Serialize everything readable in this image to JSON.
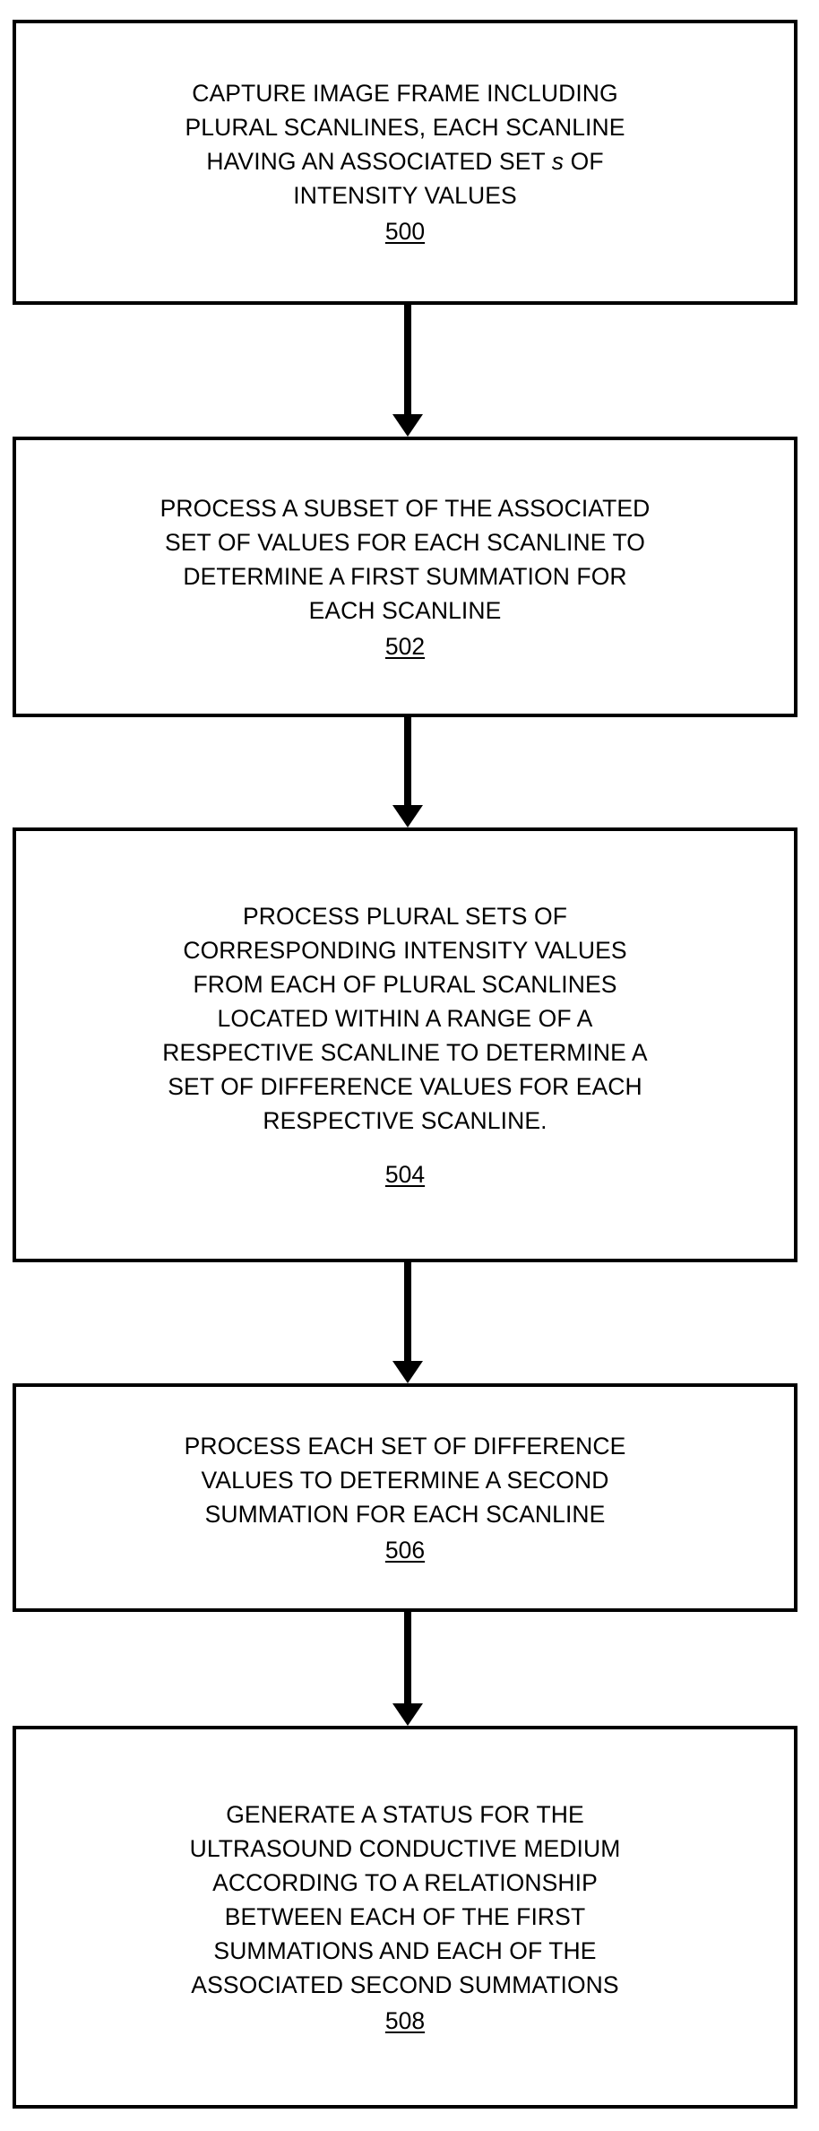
{
  "diagram": {
    "type": "flowchart",
    "orientation": "vertical",
    "stroke_color": "#000000",
    "background_color": "#ffffff",
    "steps": [
      {
        "ref": "500",
        "lines": [
          "CAPTURE IMAGE FRAME INCLUDING",
          "PLURAL SCANLINES, EACH SCANLINE",
          "HAVING AN ASSOCIATED SET s OF",
          "INTENSITY VALUES"
        ],
        "text": "CAPTURE IMAGE FRAME INCLUDING PLURAL SCANLINES, EACH SCANLINE HAVING AN ASSOCIATED SET s OF INTENSITY VALUES",
        "italic_token": "s"
      },
      {
        "ref": "502",
        "lines": [
          "PROCESS A SUBSET OF THE ASSOCIATED",
          "SET OF VALUES FOR EACH SCANLINE TO",
          "DETERMINE A FIRST SUMMATION FOR",
          "EACH SCANLINE"
        ],
        "text": "PROCESS A SUBSET OF THE ASSOCIATED SET OF VALUES FOR EACH SCANLINE TO DETERMINE A FIRST SUMMATION FOR EACH SCANLINE"
      },
      {
        "ref": "504",
        "lines": [
          "PROCESS PLURAL SETS OF",
          "CORRESPONDING INTENSITY VALUES",
          "FROM EACH OF PLURAL SCANLINES",
          "LOCATED WITHIN A RANGE OF A",
          "RESPECTIVE SCANLINE TO DETERMINE A",
          "SET OF DIFFERENCE VALUES FOR EACH",
          "RESPECTIVE SCANLINE."
        ],
        "text": "PROCESS PLURAL SETS OF CORRESPONDING INTENSITY VALUES FROM EACH OF PLURAL SCANLINES LOCATED WITHIN A RANGE OF A RESPECTIVE SCANLINE TO DETERMINE A SET OF DIFFERENCE VALUES FOR EACH RESPECTIVE SCANLINE."
      },
      {
        "ref": "506",
        "lines": [
          "PROCESS EACH SET OF DIFFERENCE",
          "VALUES TO DETERMINE A SECOND",
          "SUMMATION FOR EACH SCANLINE"
        ],
        "text": "PROCESS EACH SET OF DIFFERENCE VALUES TO DETERMINE A SECOND SUMMATION FOR EACH SCANLINE"
      },
      {
        "ref": "508",
        "lines": [
          "GENERATE A STATUS FOR THE",
          "ULTRASOUND CONDUCTIVE MEDIUM",
          "ACCORDING TO A RELATIONSHIP",
          "BETWEEN EACH OF THE FIRST",
          "SUMMATIONS AND EACH OF THE",
          "ASSOCIATED SECOND SUMMATIONS"
        ],
        "text": "GENERATE A STATUS FOR THE ULTRASOUND CONDUCTIVE MEDIUM ACCORDING TO A RELATIONSHIP BETWEEN EACH OF THE FIRST SUMMATIONS AND EACH OF THE ASSOCIATED SECOND SUMMATIONS"
      }
    ],
    "connectors": [
      {
        "from": "500",
        "to": "502"
      },
      {
        "from": "502",
        "to": "504"
      },
      {
        "from": "504",
        "to": "506"
      },
      {
        "from": "506",
        "to": "508"
      }
    ]
  }
}
